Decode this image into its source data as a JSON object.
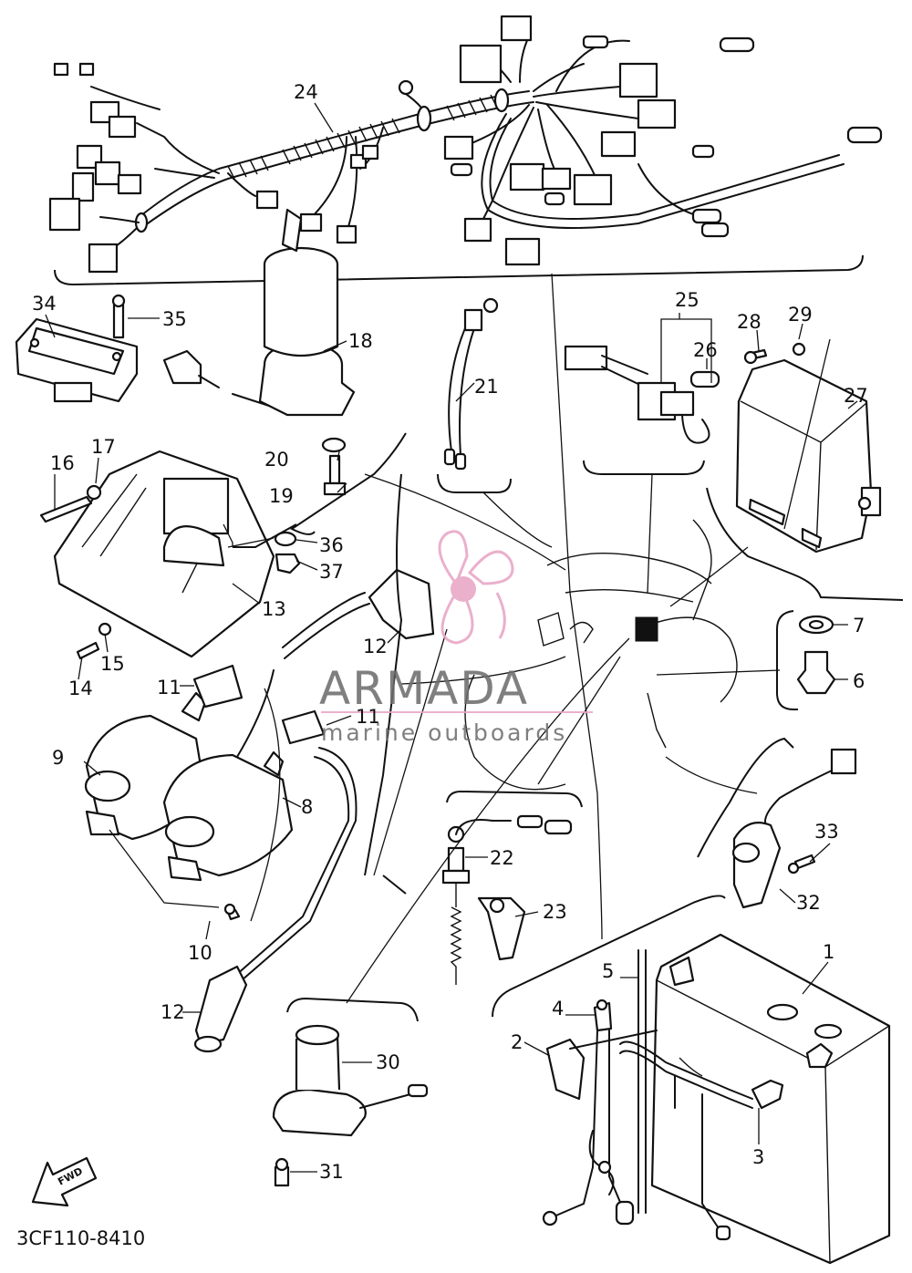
{
  "diagram": {
    "drawing_code": "3CF110-8410",
    "fwd_label": "FWD",
    "callouts": {
      "c1": "1",
      "c2": "2",
      "c3": "3",
      "c4": "4",
      "c5": "5",
      "c6": "6",
      "c7": "7",
      "c8": "8",
      "c9": "9",
      "c10": "10",
      "c11a": "11",
      "c11b": "11",
      "c12a": "12",
      "c12b": "12",
      "c13": "13",
      "c14": "14",
      "c15": "15",
      "c16": "16",
      "c17": "17",
      "c18": "18",
      "c19": "19",
      "c20": "20",
      "c21": "21",
      "c22": "22",
      "c23": "23",
      "c24": "24",
      "c25": "25",
      "c26": "26",
      "c27": "27",
      "c28": "28",
      "c29": "29",
      "c30": "30",
      "c31": "31",
      "c32": "32",
      "c33": "33",
      "c34": "34",
      "c35": "35",
      "c36": "36",
      "c37": "37"
    }
  },
  "watermark": {
    "brand": "ARMADA",
    "tagline": "marine outboards",
    "accent_color": "#e8a6c6",
    "text_color": "#6e6e6e"
  }
}
